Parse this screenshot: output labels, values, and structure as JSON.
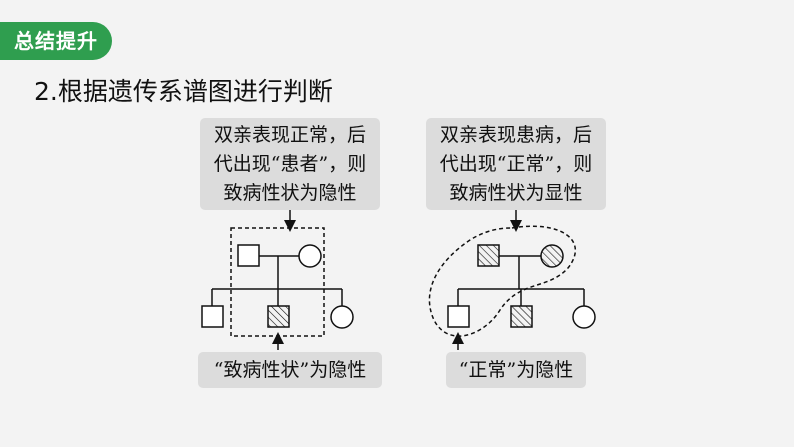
{
  "header": {
    "badge_label": "总结提升",
    "section_title": "2.根据遗传系谱图进行判断"
  },
  "left_panel": {
    "callout_top": "双亲表现正常，后\n代出现“患者”，则\n致病性状为隐性",
    "callout_bottom": "“致病性状”为隐性"
  },
  "right_panel": {
    "callout_top": "双亲表现患病，后\n代出现“正常”，则\n致病性状为显性",
    "callout_bottom": "“正常”为隐性"
  },
  "colors": {
    "badge_green": "#2f9e4f",
    "callout_bg": "#dcdcdc",
    "page_bg": "#f3f3f3",
    "line": "#111111"
  }
}
